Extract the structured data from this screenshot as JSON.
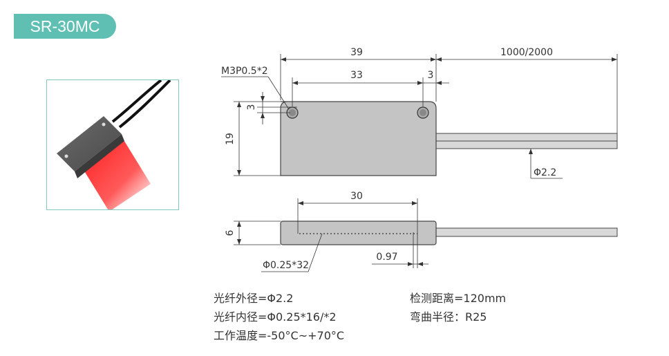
{
  "badge": {
    "label": "SR-30MC",
    "color": "#5fbfb3"
  },
  "drawing": {
    "top_view": {
      "dim_total_length": "39",
      "dim_cable_length": "1000/2000",
      "hole_label": "M3P0.5*2",
      "dim_hole_pitch": "33",
      "dim_hole_offset_x": "3",
      "dim_hole_offset_y": "3",
      "dim_height": "19",
      "cable_diameter": "Φ2.2"
    },
    "side_view": {
      "dim_window_length": "30",
      "dim_thickness": "6",
      "dim_gap": "0.97",
      "fiber_spec": "Φ0.25*32"
    }
  },
  "specs": {
    "left": [
      "光纤外径=Φ2.2",
      "光纤内径=Φ0.25*16/*2",
      "工作温度=-50°C~+70°C"
    ],
    "right": [
      "检测距离=120mm",
      "弯曲半径：R25"
    ]
  }
}
